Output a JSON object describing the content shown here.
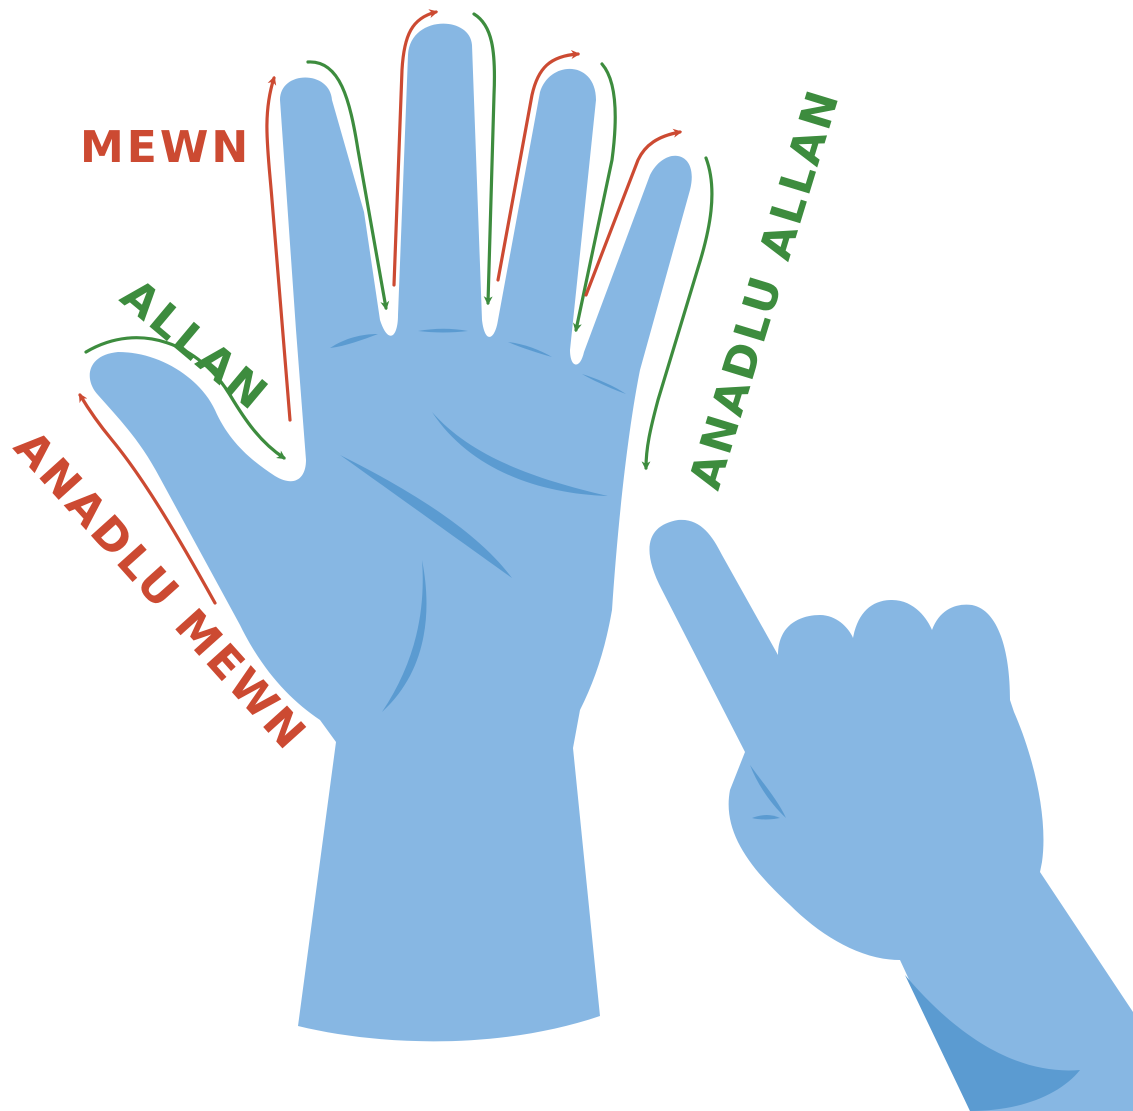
{
  "labels": {
    "mewn": "MEWN",
    "allan": "ALLAN",
    "anadlu_mewn": "ANADLU MEWN",
    "anadlu_allan": "ANADLU ALLAN"
  },
  "colors": {
    "glove": "#87b7e3",
    "glove_shade": "#5b9bd1",
    "inhale_red": "#cc4a32",
    "exhale_green": "#3d8c3e",
    "outline": "#ffffff"
  },
  "icons": {
    "arrow_up": "red-arrow-up-icon",
    "arrow_down": "green-arrow-down-icon"
  }
}
